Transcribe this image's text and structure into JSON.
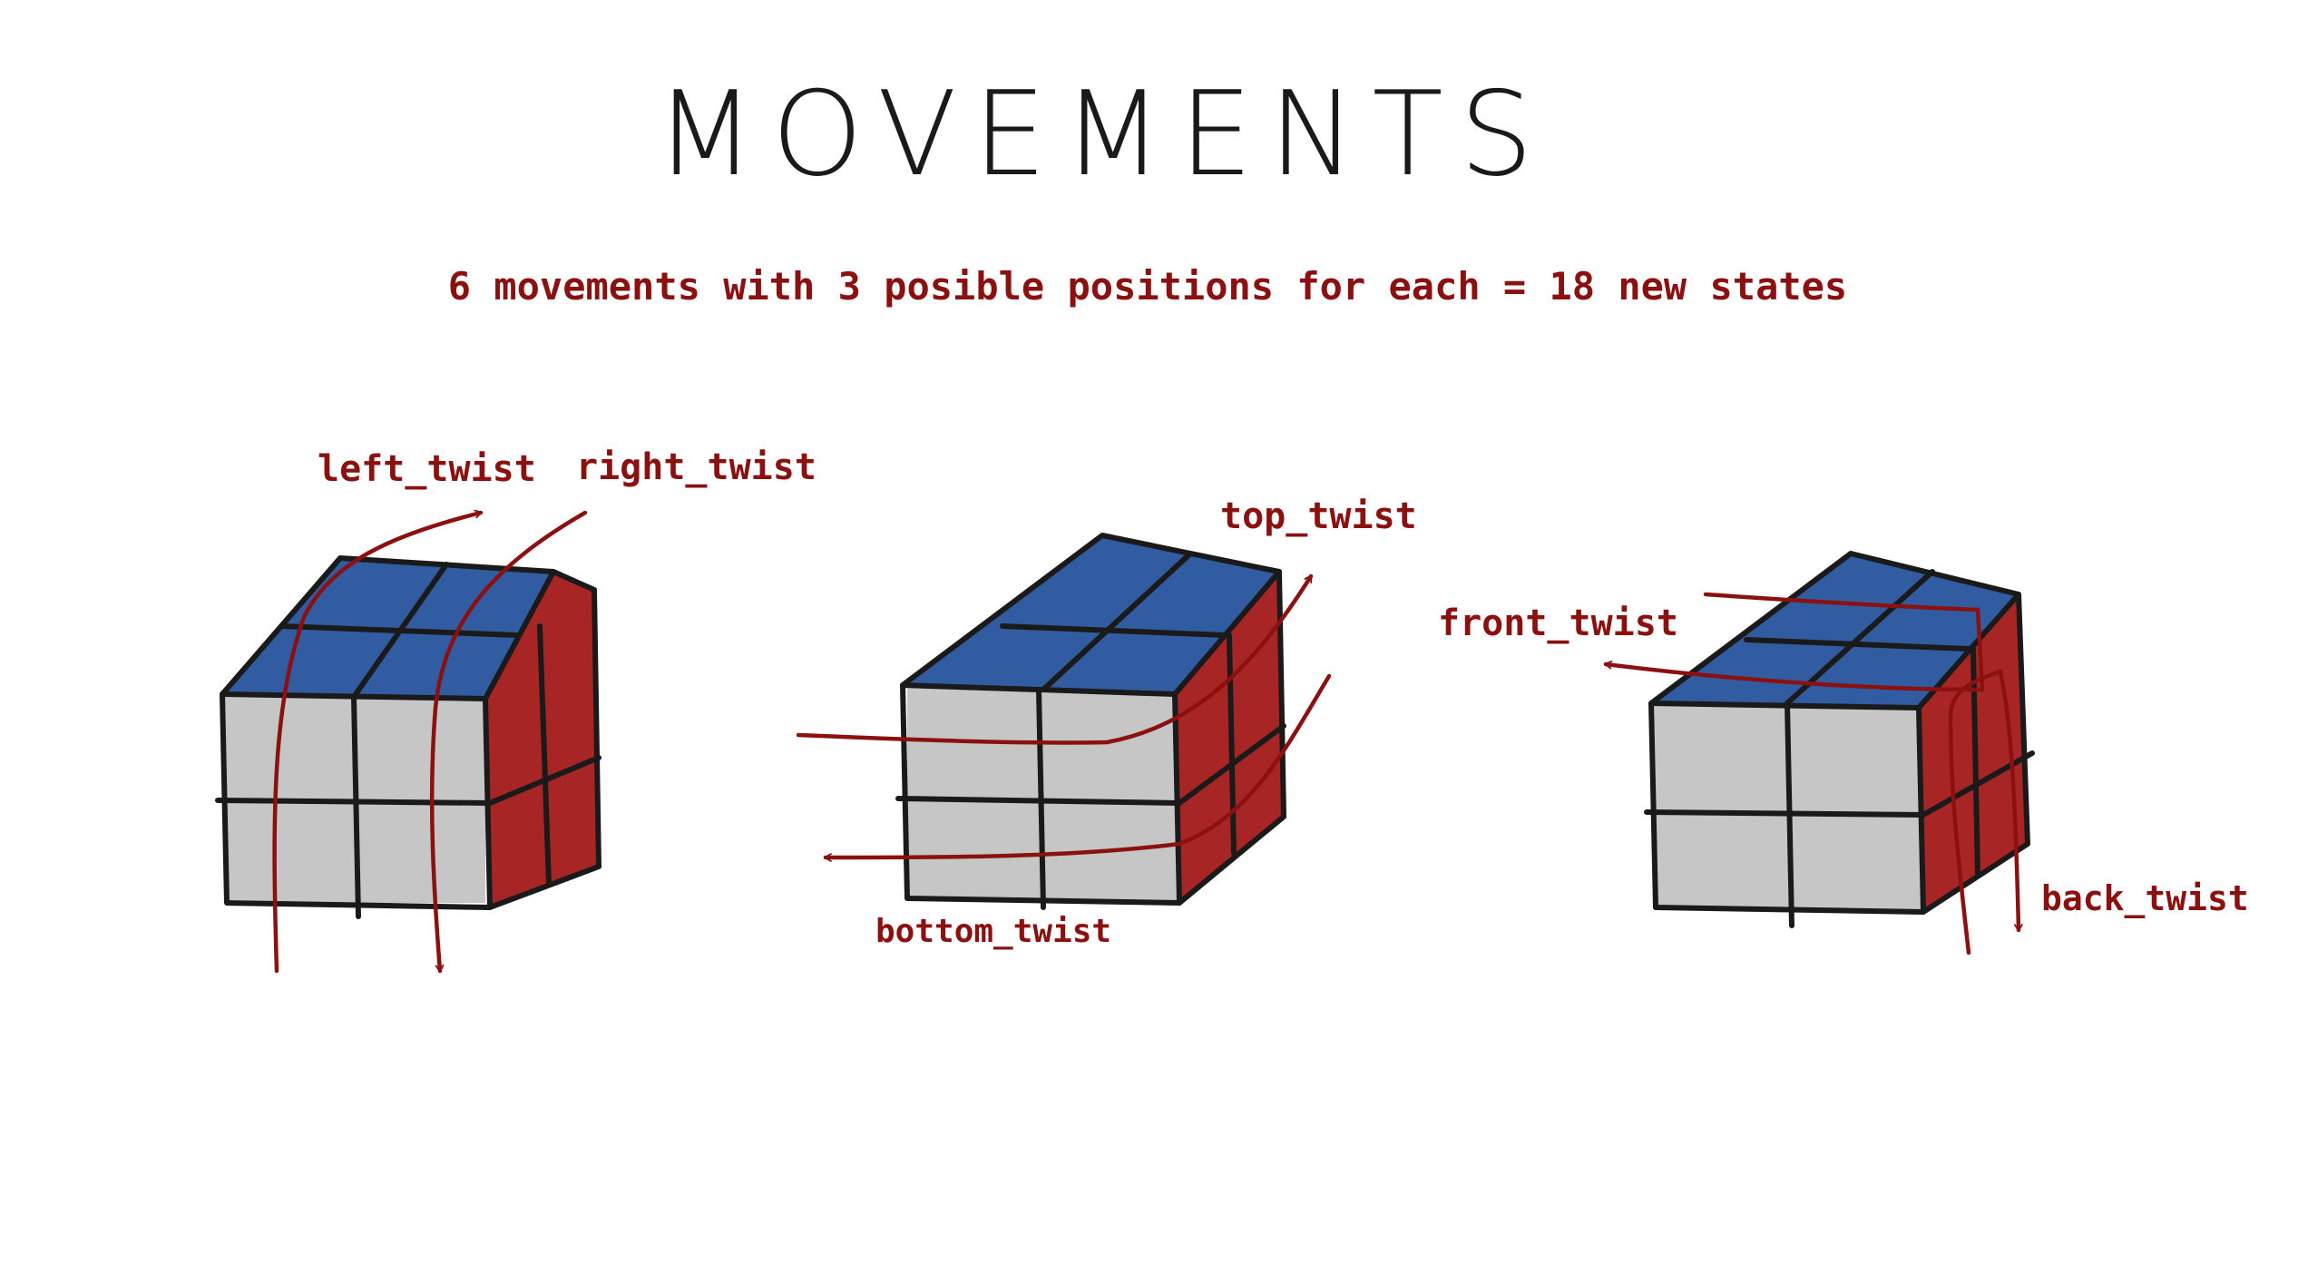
{
  "title": "MOVEMENTS",
  "subtitle": "6 movements with 3 posible positions for each = 18 new states",
  "colors": {
    "ink": "#1a1a1a",
    "accent": "#8b1010",
    "top_face": "#1f4e99",
    "front_face": "#c6c6c6",
    "side_face": "#a11212"
  },
  "cubes": [
    {
      "labels": [
        "left_twist",
        "right_twist"
      ]
    },
    {
      "labels": [
        "top_twist",
        "bottom_twist"
      ]
    },
    {
      "labels": [
        "front_twist",
        "back_twist"
      ]
    }
  ]
}
